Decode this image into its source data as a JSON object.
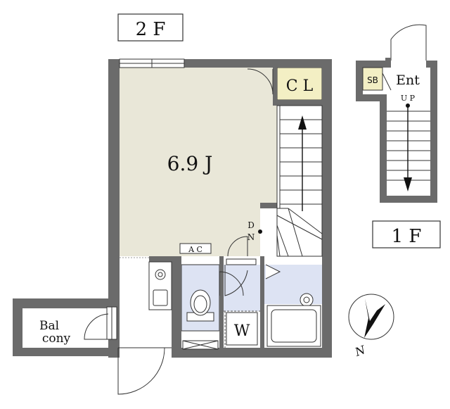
{
  "floor_labels": {
    "upper": "2 F",
    "lower": "1 F"
  },
  "rooms": {
    "main_room": "6.9 J",
    "closet": "C L",
    "air_conditioner": "A C",
    "washer": "W",
    "balcony_line1": "Bal",
    "balcony_line2": "cony",
    "shoe_box": "SB",
    "entrance": "Ent"
  },
  "stairs": {
    "down_label_line1": "D",
    "down_label_line2": "N",
    "up_label": "U P"
  },
  "compass": {
    "north_label": "N"
  },
  "colors": {
    "wall": "#6b6b6b",
    "room_fill": "#e9e7d8",
    "closet_fill": "#f3efc4",
    "wet_area_fill": "#dde3f3",
    "line": "#333333"
  }
}
